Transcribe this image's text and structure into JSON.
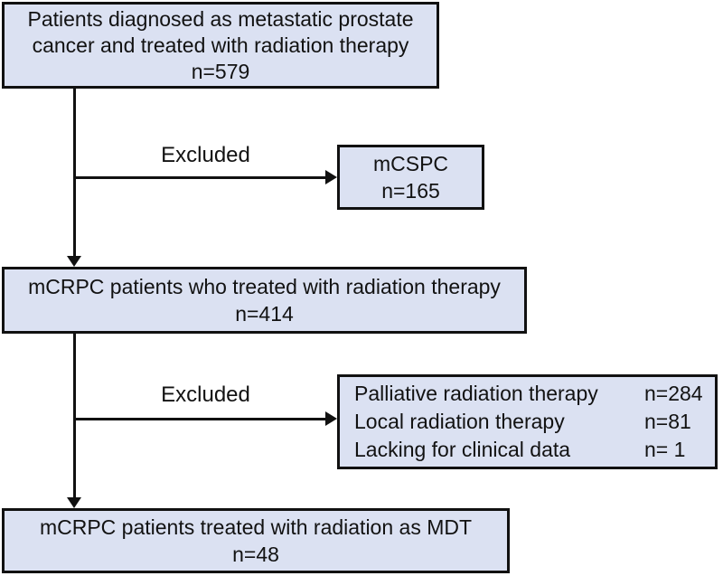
{
  "colors": {
    "box_fill": "#dbe1f2",
    "box_border": "#111111",
    "connector": "#111111",
    "text": "#121212",
    "background": "#ffffff"
  },
  "flow": {
    "box_initial": {
      "line1": "Patients diagnosed as metastatic prostate",
      "line2": "cancer and treated with radiation therapy",
      "count": "n=579"
    },
    "excluded_label_1": "Excluded",
    "box_mcspc": {
      "line1": "mCSPC",
      "count": "n=165"
    },
    "box_mcrpc": {
      "line1": "mCRPC patients who treated with radiation therapy",
      "count": "n=414"
    },
    "excluded_label_2": "Excluded",
    "box_exclusions": {
      "rows": [
        {
          "label": "Palliative radiation therapy",
          "count": "n=284"
        },
        {
          "label": "Local radiation therapy",
          "count": "n=81"
        },
        {
          "label": "Lacking for clinical data",
          "count": "n= 1"
        }
      ]
    },
    "box_mdt": {
      "line1": "mCRPC patients treated with radiation as MDT",
      "count": "n=48"
    }
  }
}
